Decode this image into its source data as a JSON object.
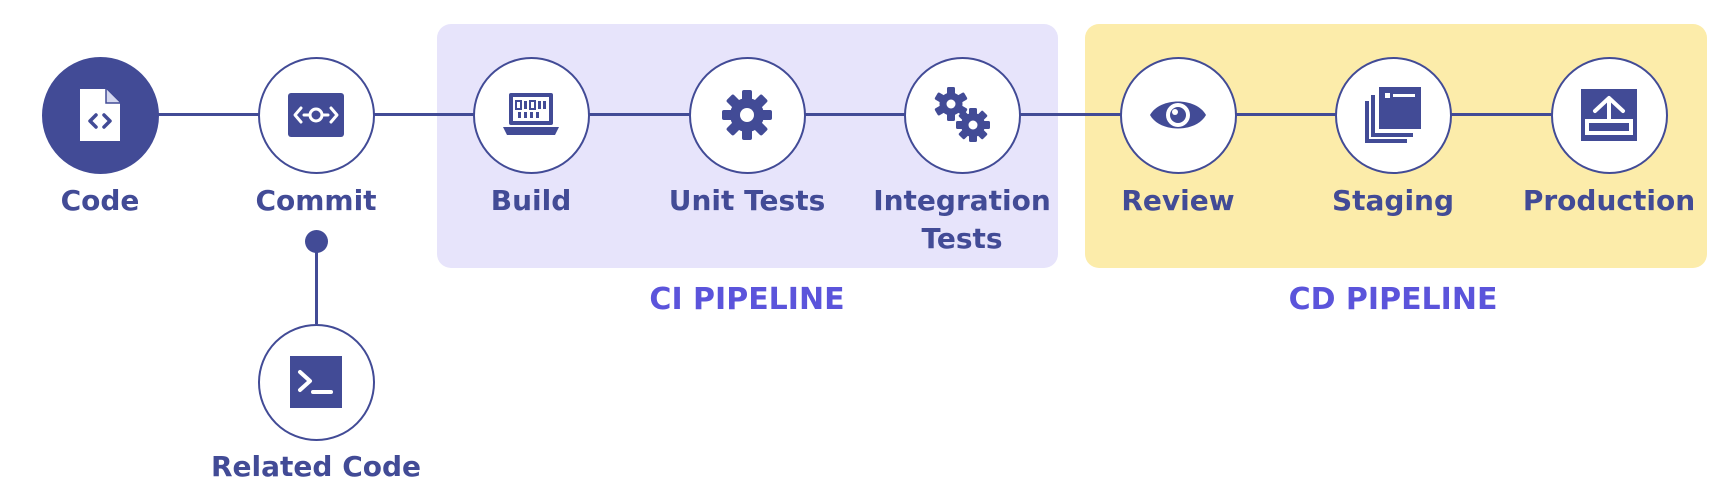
{
  "colors": {
    "primary": "#424b96",
    "pipeline_title": "#5b54db",
    "ci_background": "#e7e4fb",
    "cd_background": "#fcecaa"
  },
  "stages": [
    {
      "label": "Code",
      "icon": "code-file-icon"
    },
    {
      "label": "Commit",
      "icon": "commit-icon"
    },
    {
      "label": "Build",
      "icon": "laptop-binary-icon"
    },
    {
      "label": "Unit Tests",
      "icon": "gear-icon"
    },
    {
      "label": "Integration Tests",
      "icon": "gears-icon"
    },
    {
      "label": "Review",
      "icon": "eye-icon"
    },
    {
      "label": "Staging",
      "icon": "windows-stack-icon"
    },
    {
      "label": "Production",
      "icon": "upload-icon"
    }
  ],
  "branch": {
    "label": "Related Code",
    "icon": "terminal-icon"
  },
  "ci_pipeline": {
    "title": "CI PIPELINE"
  },
  "cd_pipeline": {
    "title": "CD PIPELINE"
  }
}
